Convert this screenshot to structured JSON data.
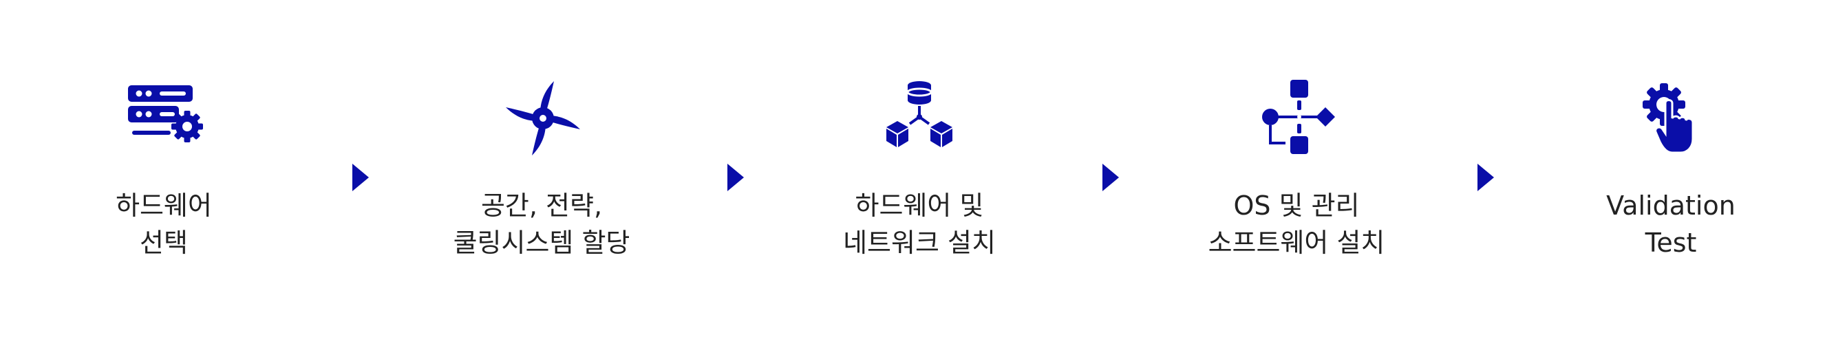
{
  "colors": {
    "accent": "#0a0ea8",
    "text": "#222222",
    "background": "#ffffff"
  },
  "steps": [
    {
      "icon": "server-gear-icon",
      "line1": "하드웨어",
      "line2": "선택"
    },
    {
      "icon": "cooling-fan-icon",
      "line1": "공간, 전략,",
      "line2": "쿨링시스템 할당"
    },
    {
      "icon": "network-nodes-icon",
      "line1": "하드웨어 및",
      "line2": "네트워크 설치"
    },
    {
      "icon": "flowchart-icon",
      "line1": "OS 및 관리",
      "line2": "소프트웨어 설치"
    },
    {
      "icon": "gear-pointer-icon",
      "line1": "Validation",
      "line2": "Test"
    }
  ],
  "arrows": [
    {
      "icon": "arrow-right-icon"
    },
    {
      "icon": "arrow-right-icon"
    },
    {
      "icon": "arrow-right-icon"
    },
    {
      "icon": "arrow-right-icon"
    }
  ]
}
